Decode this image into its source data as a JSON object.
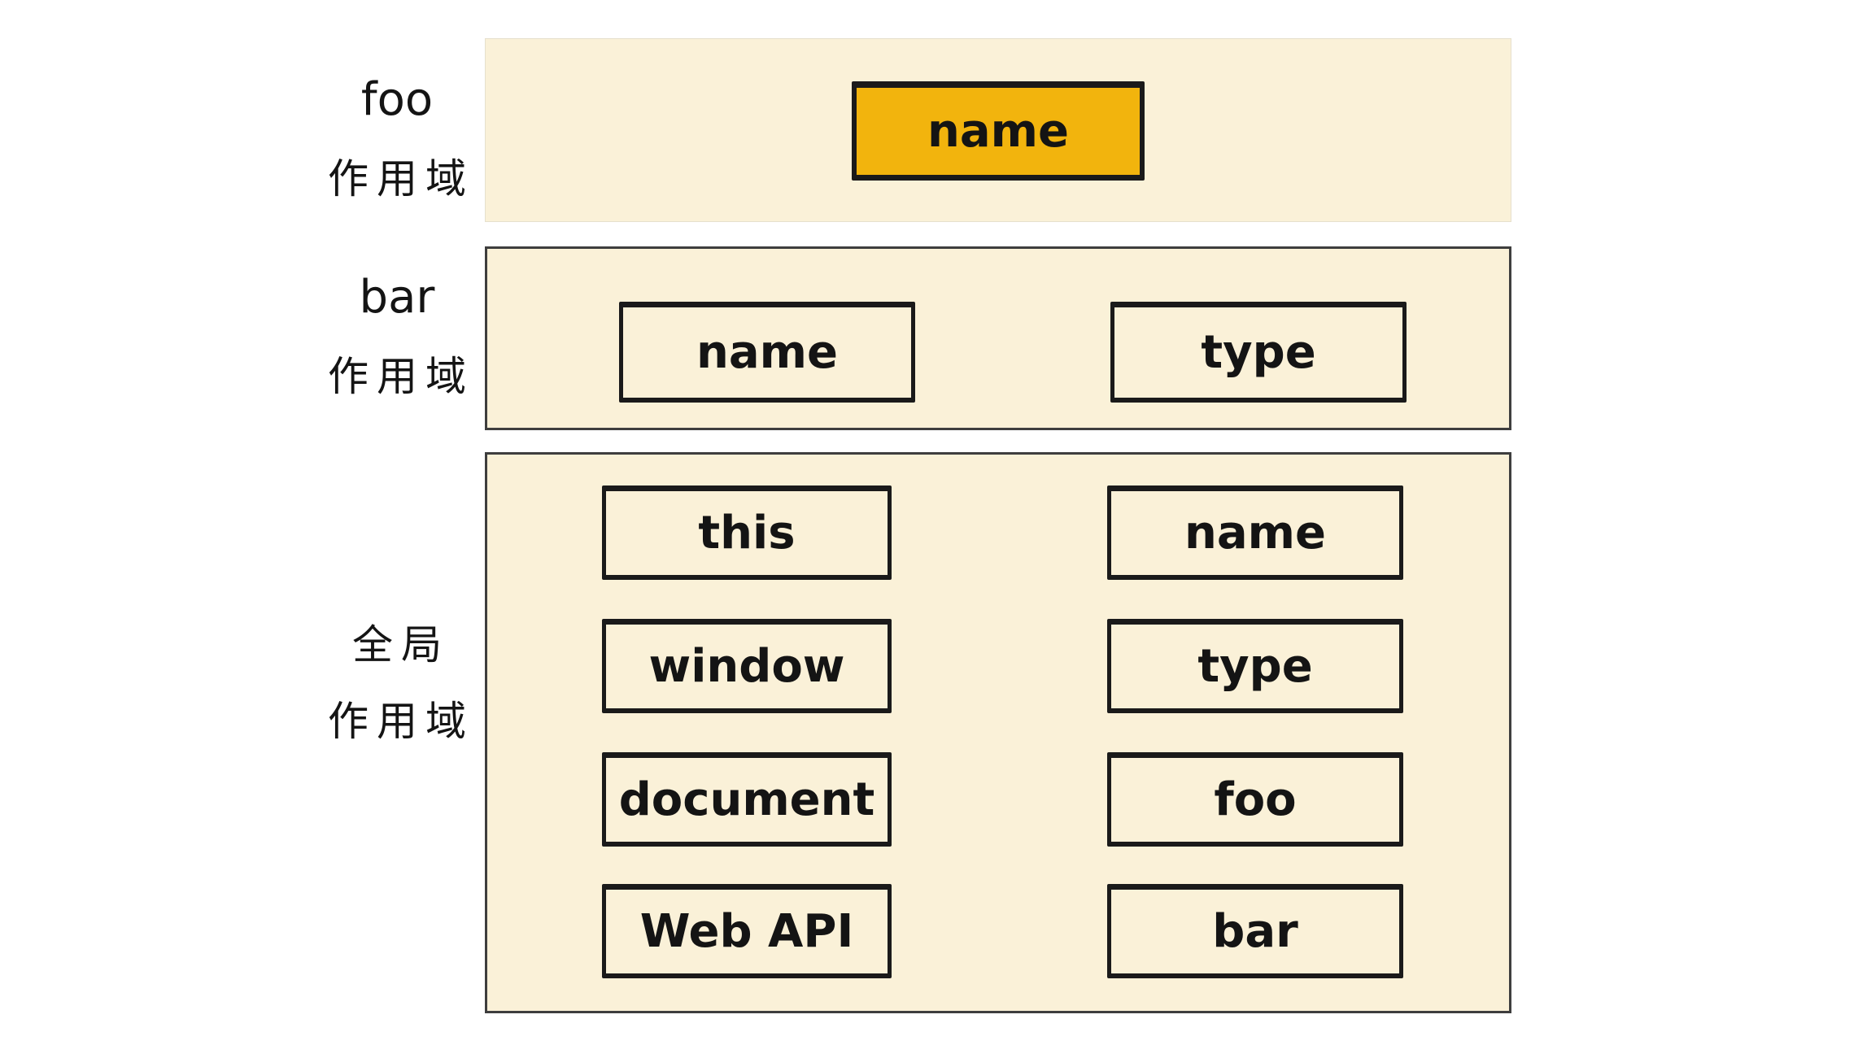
{
  "page": {
    "background": "#ffffff"
  },
  "colors": {
    "panel_background": "#faf1d8",
    "highlight_box_background": "#f2b40d",
    "box_border": "#1a1a1a",
    "panel_border": "#3e3e3e",
    "text": "#141414"
  },
  "scopes": [
    {
      "label_line1": "foo",
      "label_line2": "作用域",
      "boxes": [
        {
          "label": "name",
          "highlighted": true
        }
      ]
    },
    {
      "label_line1": "bar",
      "label_line2": "作用域",
      "boxes": [
        {
          "label": "name",
          "highlighted": false
        },
        {
          "label": "type",
          "highlighted": false
        }
      ]
    },
    {
      "label_line1": "全局",
      "label_line2": "作用域",
      "left_column": [
        "this",
        "window",
        "document",
        "Web API"
      ],
      "right_column": [
        "name",
        "type",
        "foo",
        "bar"
      ]
    }
  ]
}
